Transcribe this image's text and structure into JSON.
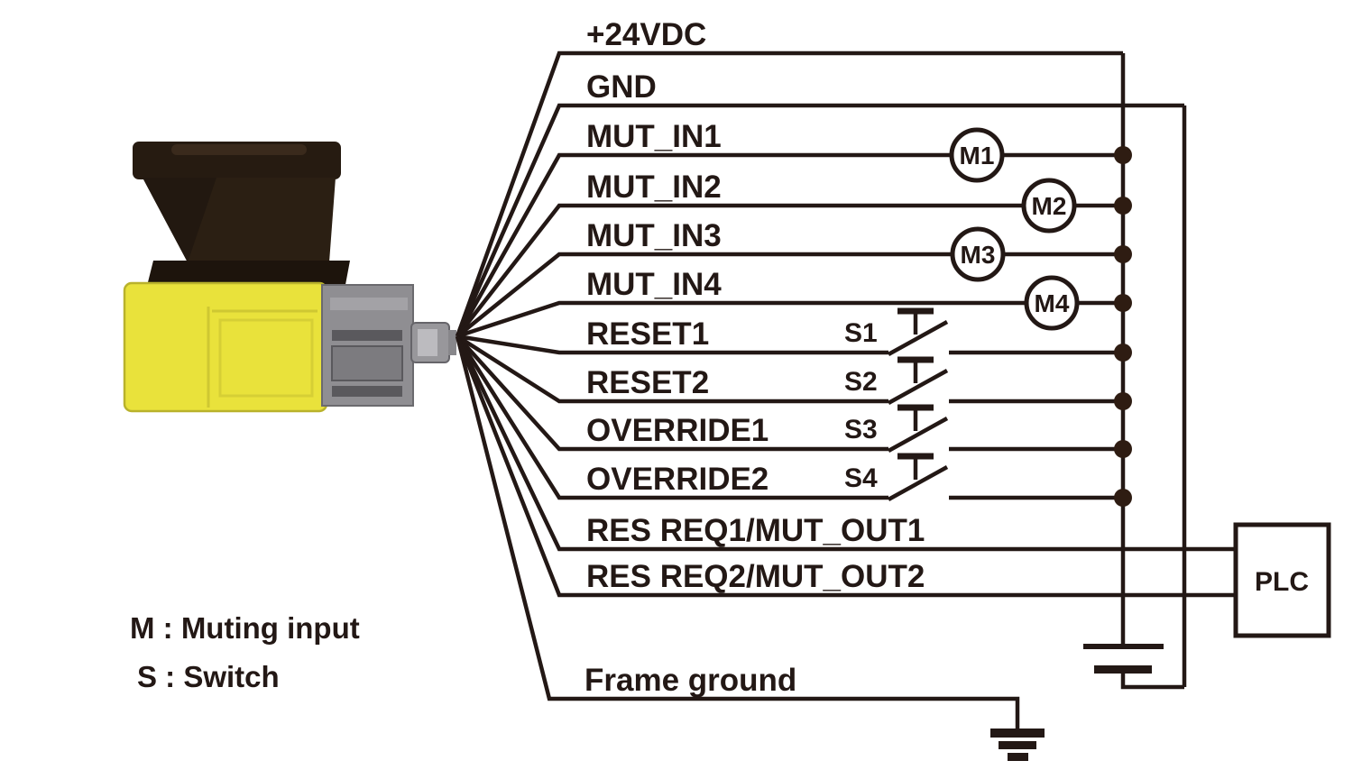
{
  "diagram": {
    "title_context": "Safety laser scanner I/O wiring diagram",
    "colors": {
      "background": "#ffffff",
      "wire": "#231815",
      "junction_dot": "#2e1c12",
      "device_body_yellow": "#e9e23b",
      "device_head_brown": "#261b11",
      "device_connector_gray": "#8f8e92",
      "text": "#231815"
    },
    "device": {
      "name": "safety-laser-scanner",
      "description": "Yellow safety laser scanner with dark sensor head and gray cable connector"
    },
    "wires": [
      {
        "label": "+24VDC"
      },
      {
        "label": "GND"
      },
      {
        "label": "MUT_IN1",
        "node": "M1"
      },
      {
        "label": "MUT_IN2",
        "node": "M2"
      },
      {
        "label": "MUT_IN3",
        "node": "M3"
      },
      {
        "label": "MUT_IN4",
        "node": "M4"
      },
      {
        "label": "RESET1",
        "switch": "S1"
      },
      {
        "label": "RESET2",
        "switch": "S2"
      },
      {
        "label": "OVERRIDE1",
        "switch": "S3"
      },
      {
        "label": "OVERRIDE2",
        "switch": "S4"
      },
      {
        "label": "RES REQ1/MUT_OUT1"
      },
      {
        "label": "RES REQ2/MUT_OUT2"
      },
      {
        "label": "Frame ground"
      }
    ],
    "plc": {
      "label": "PLC"
    },
    "legend": {
      "muting_input": "M : Muting input",
      "switch": "S : Switch"
    }
  }
}
